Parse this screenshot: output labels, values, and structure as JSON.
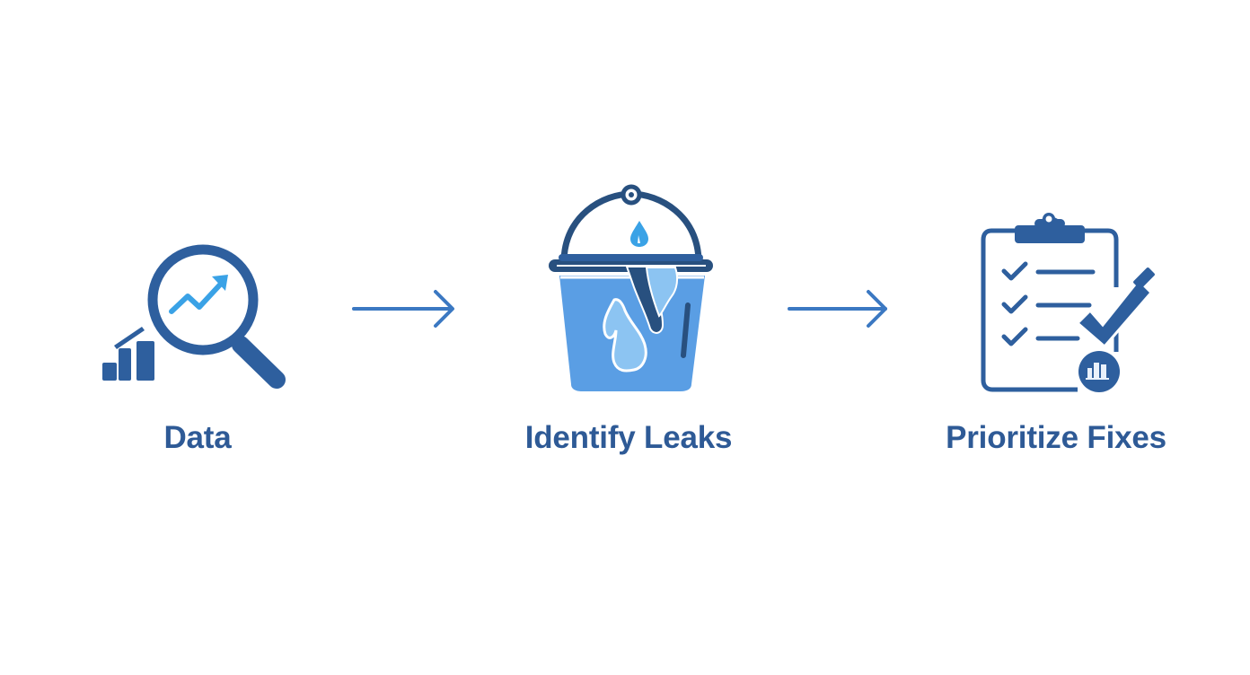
{
  "diagram": {
    "type": "process-flow",
    "direction": "left-to-right",
    "colors": {
      "dark_blue": "#2e5f9e",
      "navy": "#28507f",
      "mid_blue": "#5a9ee4",
      "light_blue": "#8cc4f2",
      "accent_blue": "#3aa2e6",
      "arrow_blue": "#3b78c2",
      "label_text": "#2e5a96",
      "background": "#ffffff"
    },
    "steps": [
      {
        "label": "Data",
        "icon": "magnifying-glass-chart-icon"
      },
      {
        "label": "Identify Leaks",
        "icon": "leaking-bucket-icon"
      },
      {
        "label": "Prioritize Fixes",
        "icon": "clipboard-checklist-icon"
      }
    ],
    "connectors": [
      {
        "from": "Data",
        "to": "Identify Leaks",
        "icon": "arrow-right-icon"
      },
      {
        "from": "Identify Leaks",
        "to": "Prioritize Fixes",
        "icon": "arrow-right-icon"
      }
    ]
  }
}
